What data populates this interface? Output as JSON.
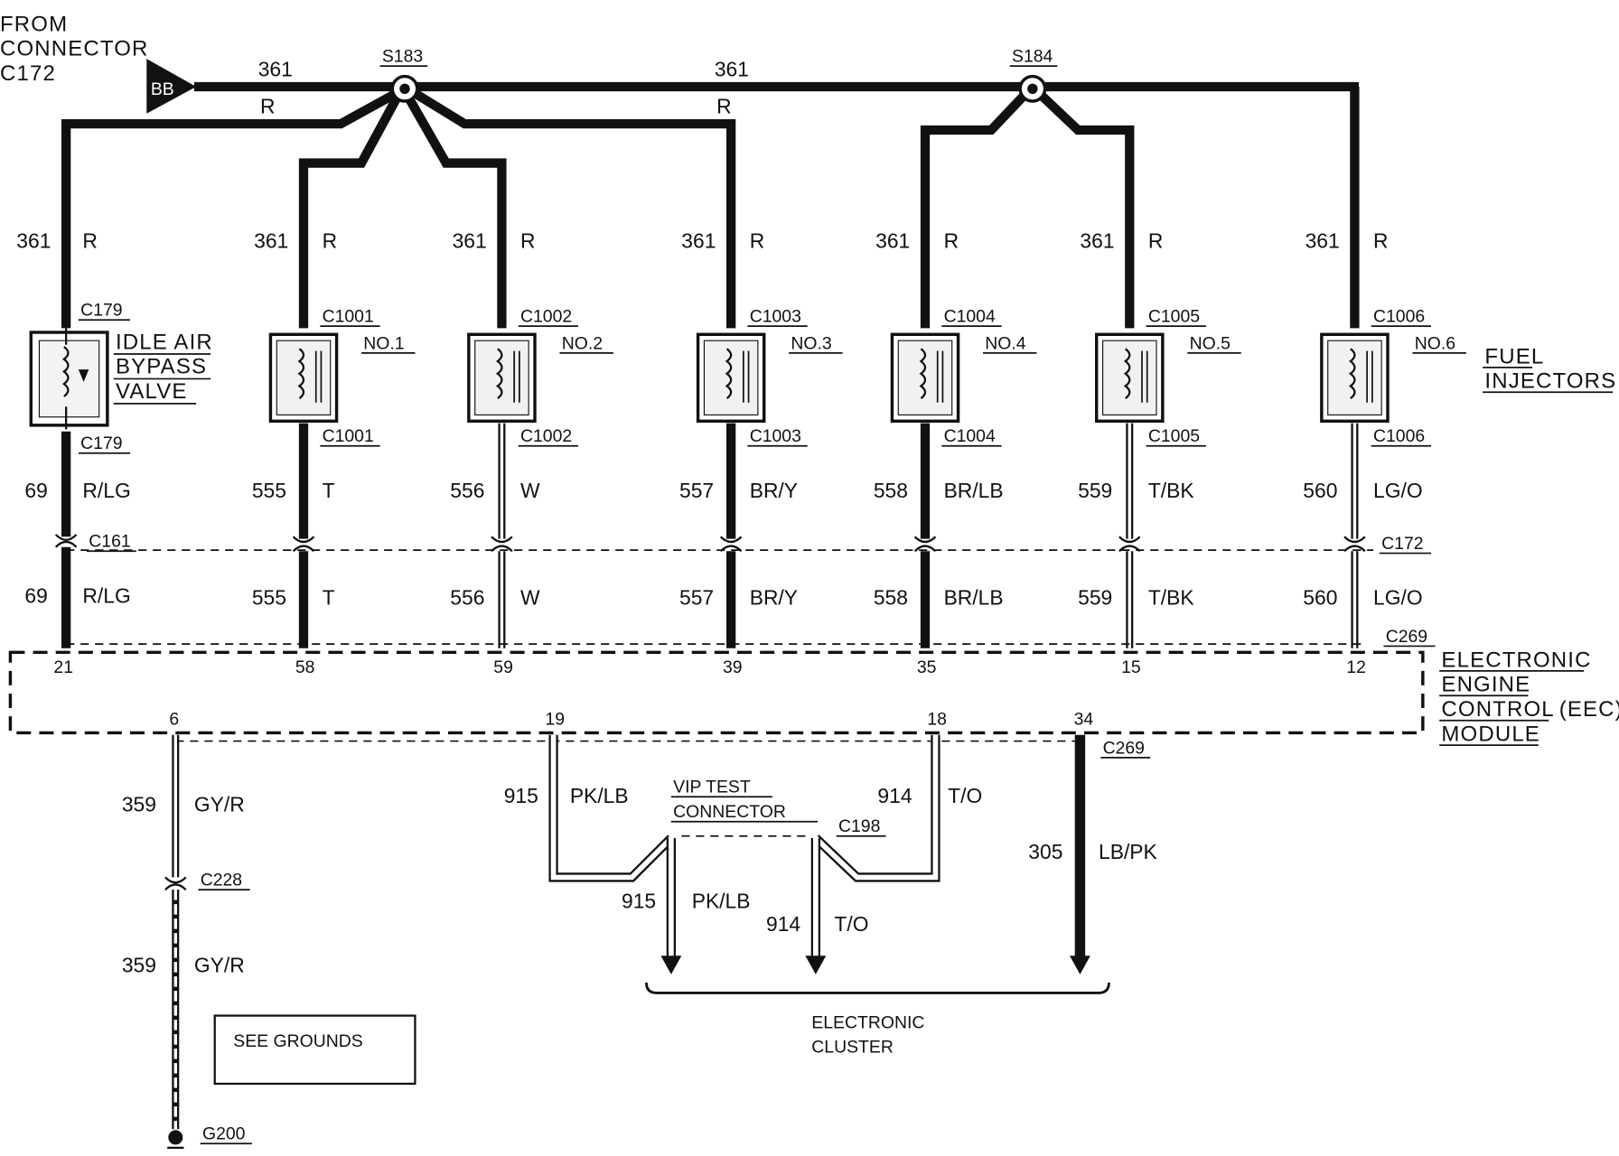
{
  "source": {
    "from_text": "FROM",
    "connector_text": "CONNECTOR",
    "connector_id": "C172",
    "terminal": "BB"
  },
  "splices": {
    "s183": "S183",
    "s184": "S184"
  },
  "top_wire": {
    "circuit": "361",
    "color": "R"
  },
  "injectors_title": {
    "line1": "FUEL",
    "line2": "INJECTORS"
  },
  "iac": {
    "label1": "IDLE AIR",
    "label2": "BYPASS",
    "label3": "VALVE",
    "conn_top": "C179",
    "conn_bottom": "C179",
    "feed_circuit": "361",
    "feed_color": "R",
    "out_circuit": "69",
    "out_color": "R/LG",
    "inline_conn": "C161",
    "pin": "21"
  },
  "injectors": [
    {
      "name": "NO.1",
      "conn": "C1001",
      "feed_circuit": "361",
      "feed_color": "R",
      "circuit": "555",
      "color": "T",
      "pin": "58"
    },
    {
      "name": "NO.2",
      "conn": "C1002",
      "feed_circuit": "361",
      "feed_color": "R",
      "circuit": "556",
      "color": "W",
      "pin": "59"
    },
    {
      "name": "NO.3",
      "conn": "C1003",
      "feed_circuit": "361",
      "feed_color": "R",
      "circuit": "557",
      "color": "BR/Y",
      "pin": "39"
    },
    {
      "name": "NO.4",
      "conn": "C1004",
      "feed_circuit": "361",
      "feed_color": "R",
      "circuit": "558",
      "color": "BR/LB",
      "pin": "35"
    },
    {
      "name": "NO.5",
      "conn": "C1005",
      "feed_circuit": "361",
      "feed_color": "R",
      "circuit": "559",
      "color": "T/BK",
      "pin": "15"
    },
    {
      "name": "NO.6",
      "conn": "C1006",
      "feed_circuit": "361",
      "feed_color": "R",
      "circuit": "560",
      "color": "LG/O",
      "pin": "12"
    }
  ],
  "c172": "C172",
  "c269_top": "C269",
  "c269_bottom": "C269",
  "eec": {
    "line1": "ELECTRONIC",
    "line2": "ENGINE",
    "line3": "CONTROL",
    "line3b": "(EEC)",
    "line4": "MODULE"
  },
  "bottom_pins": {
    "p6": "6",
    "p19": "19",
    "p18": "18",
    "p34": "34"
  },
  "ground_branch": {
    "circuit": "359",
    "color": "GY/R",
    "conn": "C228",
    "ground": "G200",
    "see_grounds": "SEE GROUNDS"
  },
  "vip": {
    "label1": "VIP TEST",
    "label2": "CONNECTOR",
    "conn": "C198",
    "w915": "915",
    "c915": "PK/LB",
    "w914": "914",
    "c914": "T/O"
  },
  "w305": {
    "circuit": "305",
    "color": "LB/PK"
  },
  "cluster": {
    "line1": "ELECTRONIC",
    "line2": "CLUSTER"
  }
}
